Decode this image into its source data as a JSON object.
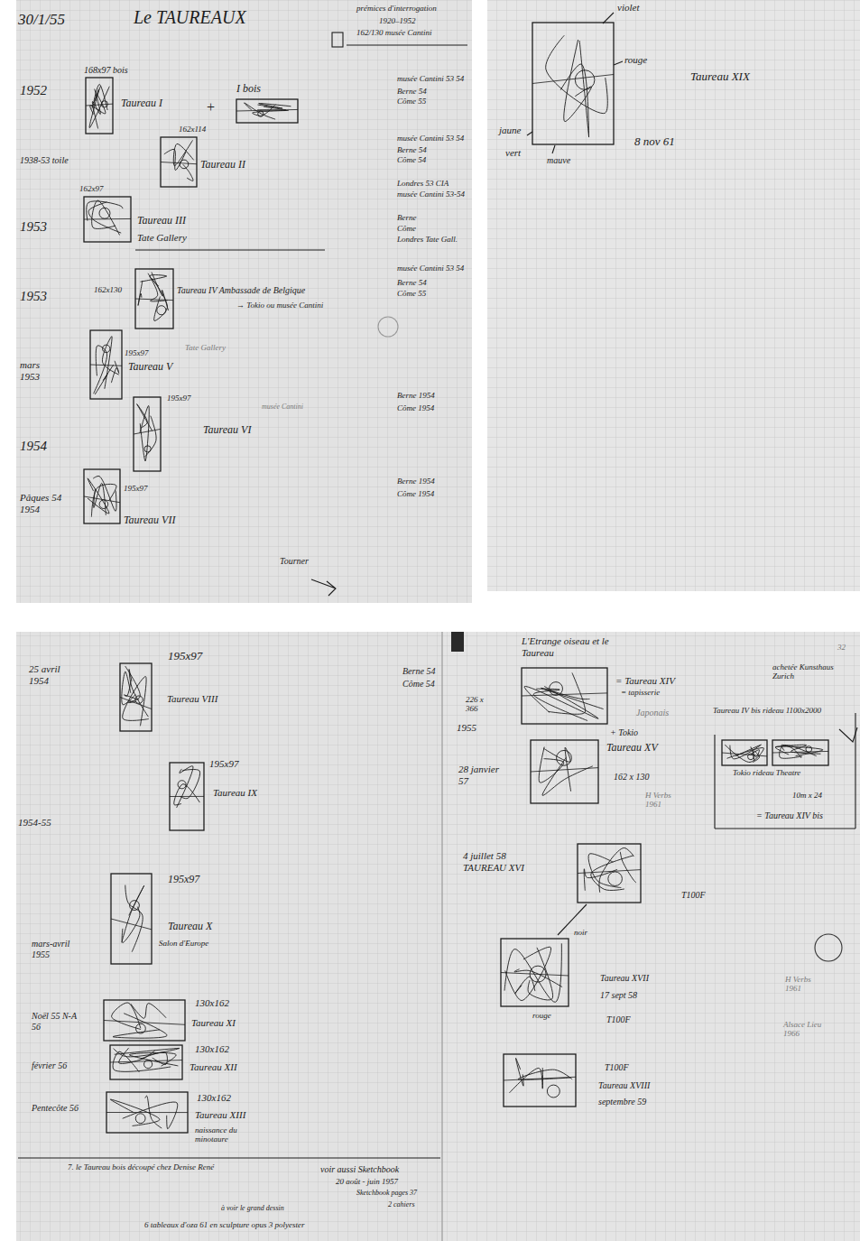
{
  "diagram": {
    "title": "Le TAUREAUX",
    "labels": [
      "30/1/55",
      "prémices d'interrogation",
      "1920–1952",
      "162/130 musée Cantini",
      "1952",
      "168x97 bois",
      "Taureau I",
      "I bois",
      "+",
      "musée Cantini 53 54",
      "Berne 54",
      "Côme 55",
      "1938-53 toile",
      "162x114",
      "Taureau II",
      "musée Cantini 53 54",
      "Berne 54",
      "Côme 54",
      "162x97",
      "Londres 53 CIA",
      "musée Cantini 53-54",
      "1953",
      "Taureau III",
      "Tate Gallery",
      "Berne",
      "Côme",
      "Londres Tate Gall.",
      "1953",
      "162x130",
      "Taureau IV Ambassade de Belgique",
      "→ Tokio ou musée Cantini",
      "musée Cantini 53 54",
      "Berne 54",
      "Côme 55",
      "mars 1953",
      "195x97",
      "Taureau V",
      "Tate Gallery",
      "195x97",
      "Taureau VI",
      "musée Cantini",
      "1954",
      "Berne 1954",
      "Côme 1954",
      "Pâques 54 1954",
      "195x97",
      "Taureau VII",
      "Berne 1954",
      "Côme 1954",
      "Tourner",
      "violet",
      "rouge",
      "jaune",
      "vert",
      "Taureau XIX",
      "8 nov 61",
      "mauve",
      "25 avril 1954",
      "195x97",
      "Taureau VIII",
      "Berne 54",
      "Côme 54",
      "195x97",
      "Taureau IX",
      "1954-55",
      "195x97",
      "Taureau X",
      "Salon d'Europe",
      "mars-avril 1955",
      "Noël 55 N-A 56",
      "130x162",
      "Taureau XI",
      "février 56",
      "130x162",
      "Taureau XII",
      "Pentecôte 56",
      "130x162",
      "Taureau XIII",
      "naissance du minotaure",
      "7. le Taureau bois découpé chez Denise René",
      "voir aussi Sketchbook",
      "20 août - juin 1957",
      "Sketchbook pages 37",
      "2 cahiers",
      "6 tableaux d'oza 61 en sculpture opus 3 polyester",
      "à voir le grand dessin",
      "L'Etrange oiseau et le Taureau",
      "= Taureau XIV",
      "= tapisserie",
      "Japonais",
      "achetée Kunsthaus Zurich",
      "226 x 366",
      "1955",
      "+ Tokio",
      "Taureau IV bis rideau 1100x2000",
      "28 janvier 57",
      "Taureau XV",
      "162 x 130",
      "Tokio rideau Theatre",
      "10m x 24",
      "= Taureau XIV bis",
      "H Verbs 1961",
      "4 juillet 58 TAUREAU XVI",
      "T100F",
      "noir",
      "Taureau XVII",
      "17 sept 58",
      "T100F",
      "rouge",
      "H Verbs 1961",
      "Alsace Lieu 1966",
      "T100F",
      "Taureau XVIII",
      "septembre 59",
      "32"
    ]
  }
}
